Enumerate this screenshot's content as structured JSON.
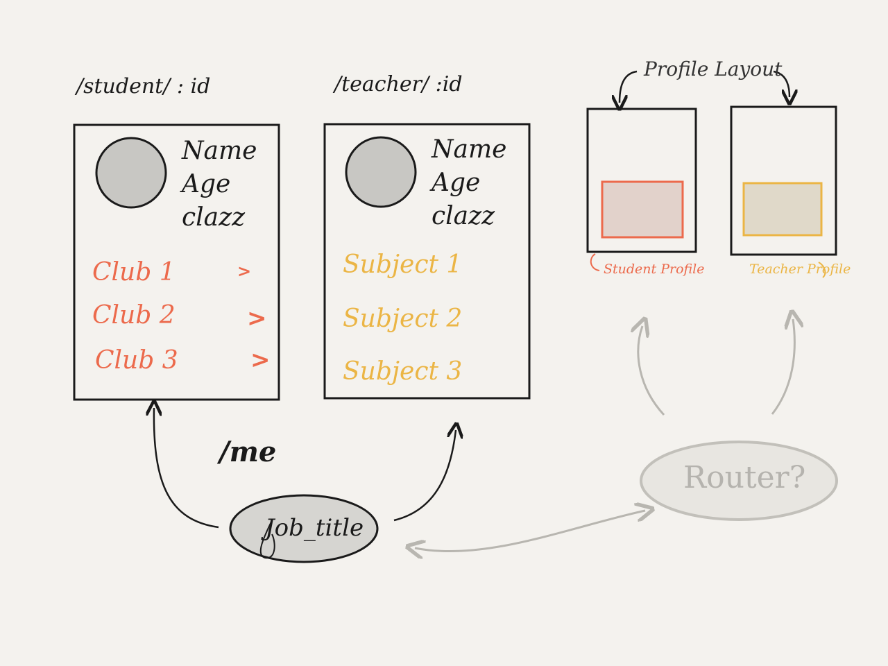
{
  "routes": {
    "student": "/student/ : id",
    "teacher": "/teacher/ :id",
    "me": "/me"
  },
  "student_card": {
    "fields": [
      "Name",
      "Age",
      "clazz"
    ],
    "items": [
      "Club 1",
      "Club 2",
      "Club 3"
    ],
    "chevron": ">"
  },
  "teacher_card": {
    "fields": [
      "Name",
      "Age",
      "clazz"
    ],
    "items": [
      "Subject 1",
      "Subject 2",
      "Subject 3"
    ]
  },
  "profile_layout": {
    "title": "Profile Layout",
    "student_profile": "Student Profile",
    "teacher_profile": "Teacher Profile"
  },
  "nodes": {
    "job_title": "Job_title",
    "router": "Router?"
  },
  "colors": {
    "background": "#f4f2ee",
    "ink": "#1a1a1a",
    "student_accent": "#ec6a4c",
    "teacher_accent": "#ebb545",
    "avatar_fill": "#c8c7c3",
    "router_gray": "#b5b3ae"
  }
}
